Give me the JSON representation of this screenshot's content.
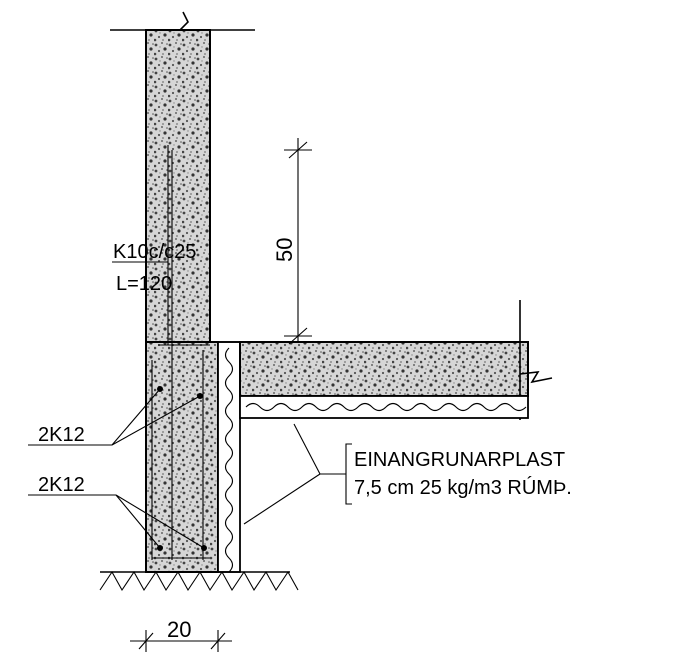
{
  "labels": {
    "rebar_top": "K10c/c25",
    "rebar_top_length": "L=120",
    "rebar_mid": "2K12",
    "rebar_bottom": "2K12",
    "insulation_line1": "EINANGRUNARPLAST",
    "insulation_line2": "7,5 cm 25 kg/m3 RÚMÞ."
  },
  "dimensions": {
    "height": "50",
    "width": "20"
  }
}
